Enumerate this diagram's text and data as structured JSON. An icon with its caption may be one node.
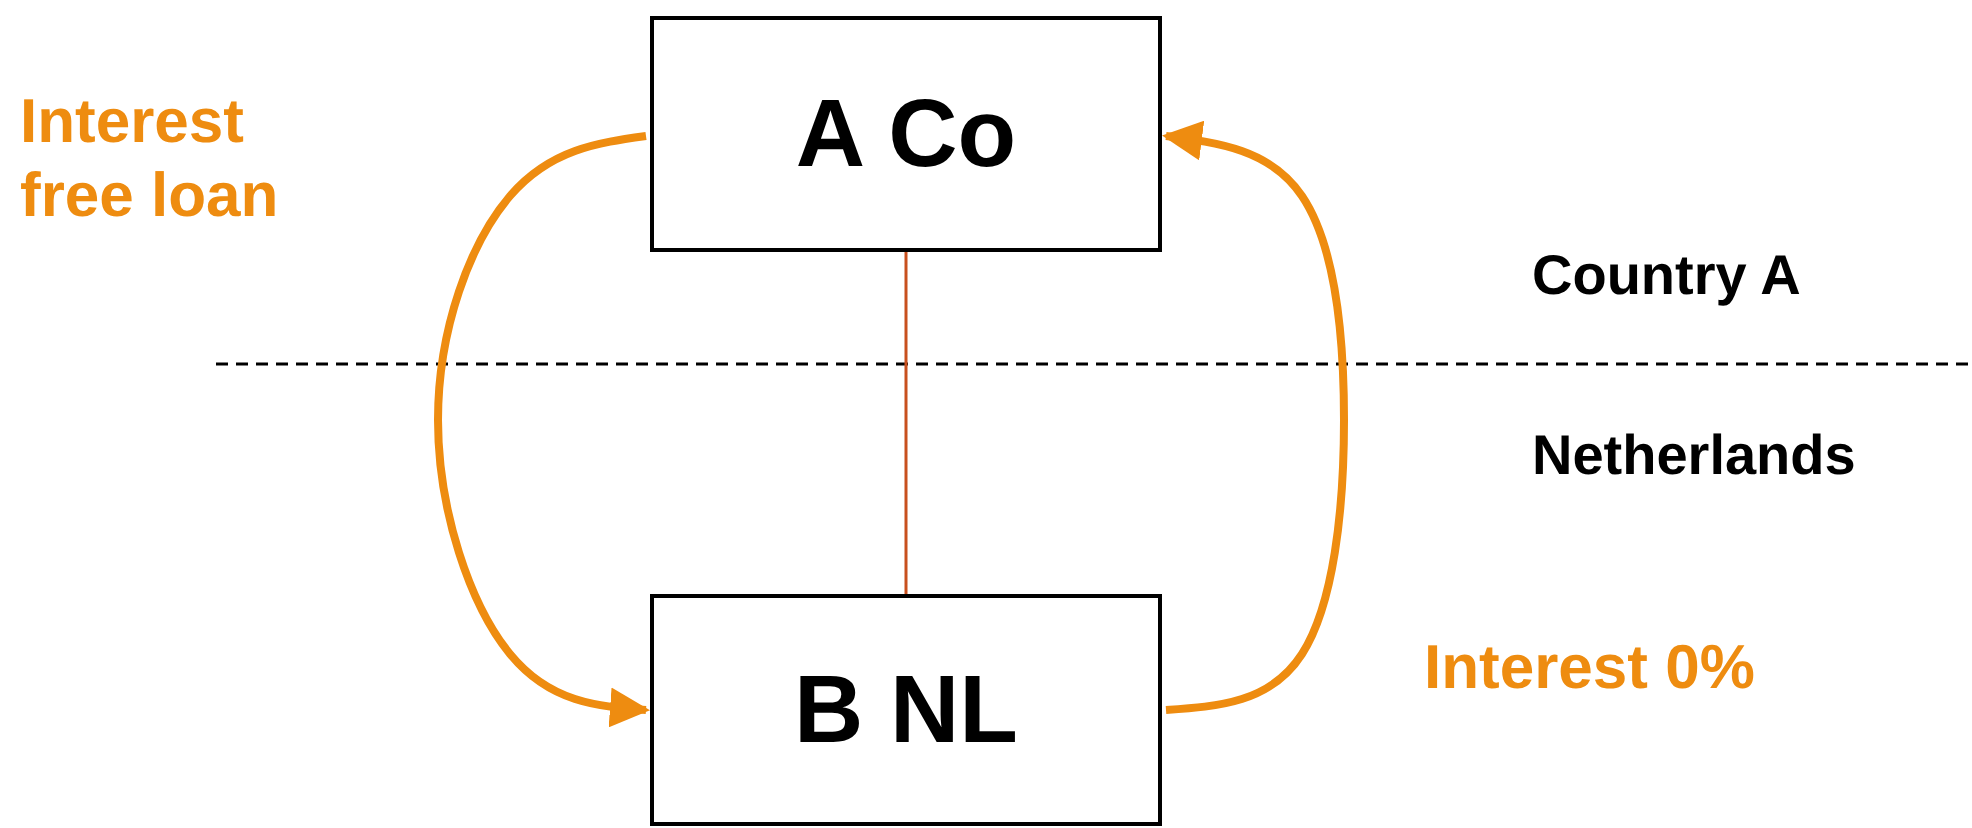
{
  "diagram": {
    "nodes": [
      {
        "text": [
          "A Co"
        ]
      },
      {
        "text": [
          "B NL"
        ]
      }
    ],
    "edges": [
      {
        "from": 0,
        "to": 1,
        "arrow": "to",
        "label": "Interest free loan"
      },
      {
        "from": 1,
        "to": 0,
        "arrow": "to",
        "label": "Interest 0%"
      },
      {
        "from": 0,
        "to": 1,
        "arrow": "none",
        "color": "#c8501e"
      }
    ],
    "labels": [
      "Country A",
      "Netherlands"
    ]
  }
}
